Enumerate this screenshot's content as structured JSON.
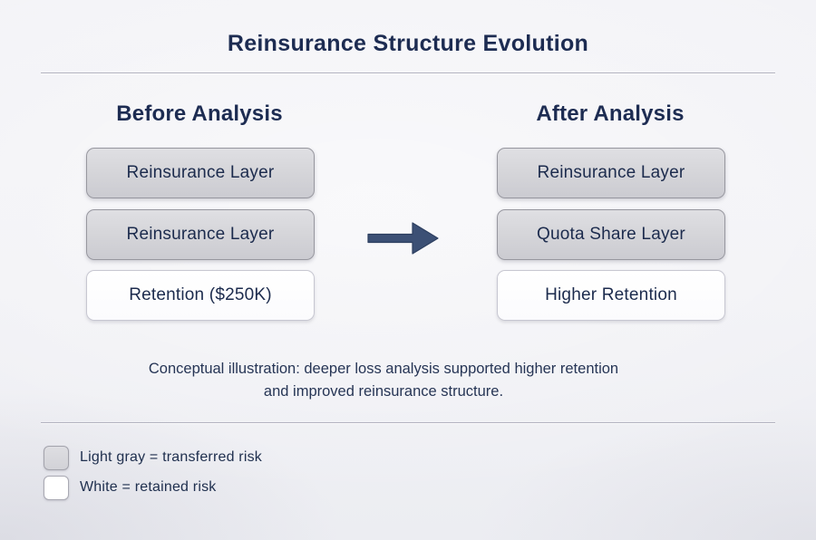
{
  "title": "Reinsurance Structure Evolution",
  "columns": {
    "before": {
      "heading": "Before Analysis",
      "boxes": [
        {
          "label": "Reinsurance Layer",
          "fill": "gray"
        },
        {
          "label": "Reinsurance Layer",
          "fill": "gray"
        },
        {
          "label": "Retention ($250K)",
          "fill": "white"
        }
      ]
    },
    "after": {
      "heading": "After Analysis",
      "boxes": [
        {
          "label": "Reinsurance Layer",
          "fill": "gray"
        },
        {
          "label": "Quota Share Layer",
          "fill": "gray"
        },
        {
          "label": "Higher Retention",
          "fill": "white"
        }
      ]
    }
  },
  "caption": {
    "line1": "Conceptual illustration: deeper loss analysis supported higher retention",
    "line2": "and improved reinsurance structure."
  },
  "legend": {
    "items": [
      {
        "swatch": "gray",
        "label": "Light gray = transferred risk"
      },
      {
        "swatch": "white",
        "label": "White = retained risk"
      }
    ]
  },
  "colors": {
    "heading_navy": "#1d2c52",
    "box_gray": "#d6d6da",
    "box_white": "#ffffff",
    "arrow_navy": "#3c5075",
    "background": "#f1f1f5",
    "divider": "#b3b3c0"
  }
}
